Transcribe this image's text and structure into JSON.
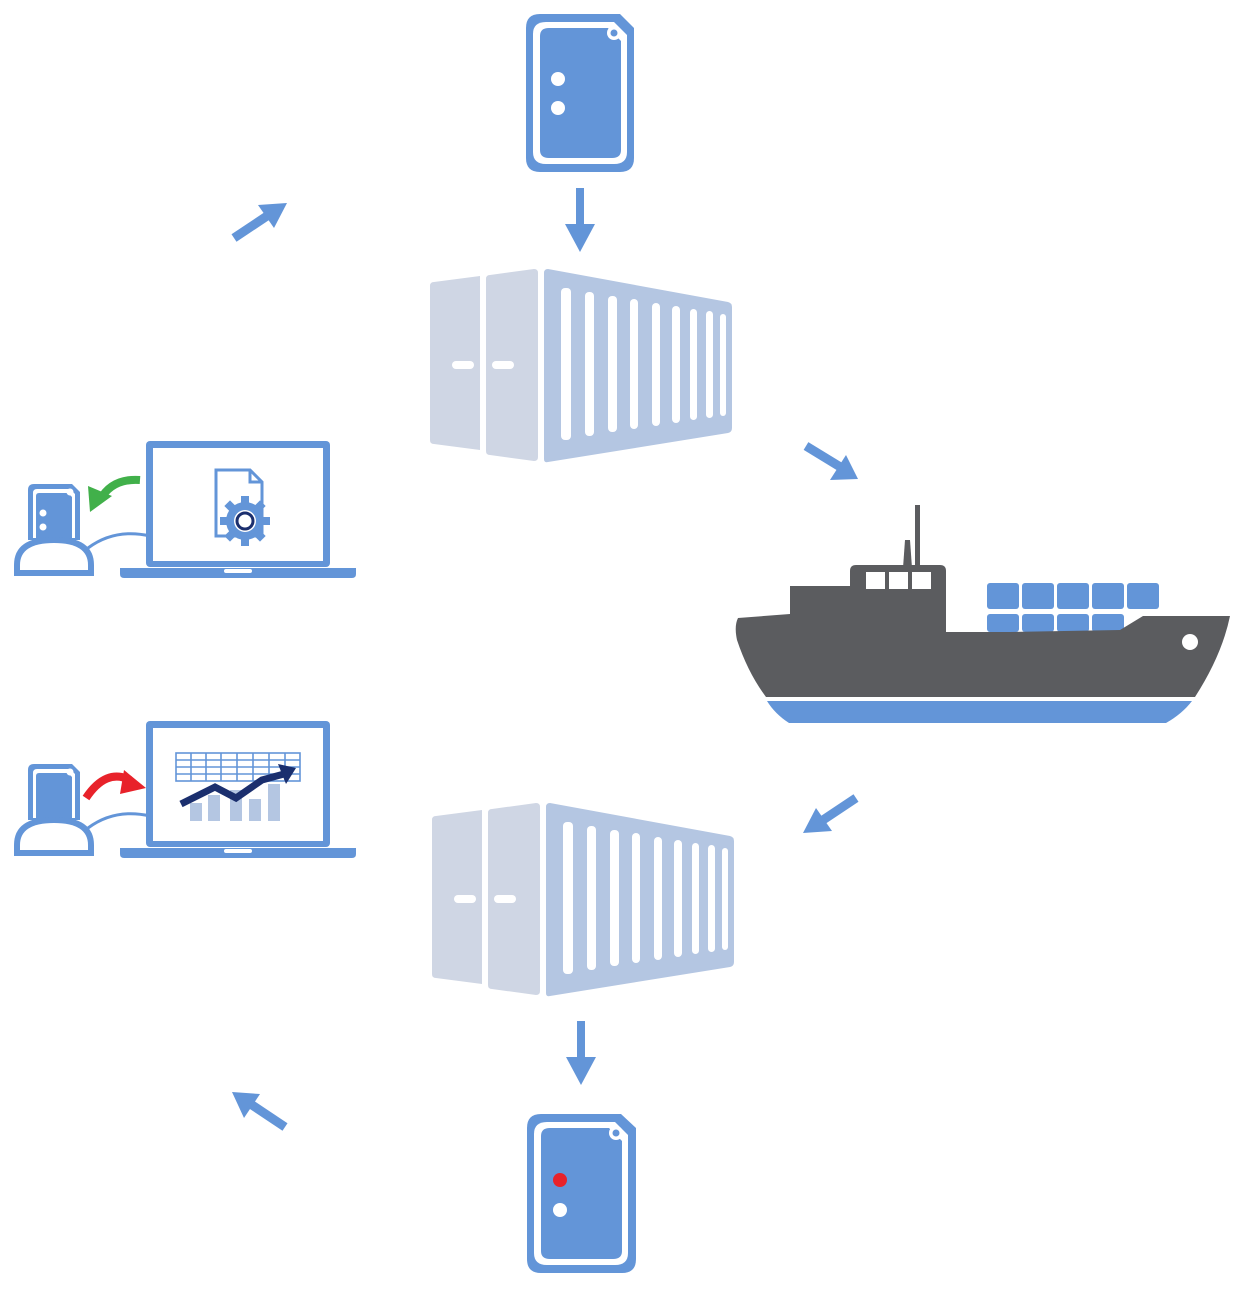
{
  "colors": {
    "blue": "#6395d8",
    "blue_dark": "#3f72c4",
    "container_door": "#cfd6e4",
    "container_side": "#b4c6e2",
    "ship_hull": "#5b5c5f",
    "navy": "#1b2f6e",
    "green": "#41b04a",
    "red": "#e8222a",
    "white": "#ffffff"
  },
  "nodes": [
    {
      "id": "data-card-top",
      "icon": "data-card-icon"
    },
    {
      "id": "container-top",
      "icon": "shipping-container-icon"
    },
    {
      "id": "cargo-ship",
      "icon": "cargo-ship-icon"
    },
    {
      "id": "container-bottom",
      "icon": "shipping-container-icon"
    },
    {
      "id": "data-card-bottom",
      "icon": "data-card-icon",
      "status_dot": "red"
    },
    {
      "id": "laptop-configure",
      "icon": "laptop-settings-icon",
      "transfer_arrow": "green"
    },
    {
      "id": "laptop-analytics",
      "icon": "laptop-chart-icon",
      "transfer_arrow": "red"
    }
  ],
  "flow_arrows": [
    {
      "from": "data-card-top",
      "to": "container-top"
    },
    {
      "from": "container-top",
      "to": "cargo-ship"
    },
    {
      "from": "cargo-ship",
      "to": "container-bottom"
    },
    {
      "from": "container-bottom",
      "to": "data-card-bottom"
    },
    {
      "from": "data-card-bottom",
      "to": "laptop-analytics"
    },
    {
      "from": "laptop-configure",
      "to": "data-card-top"
    }
  ]
}
